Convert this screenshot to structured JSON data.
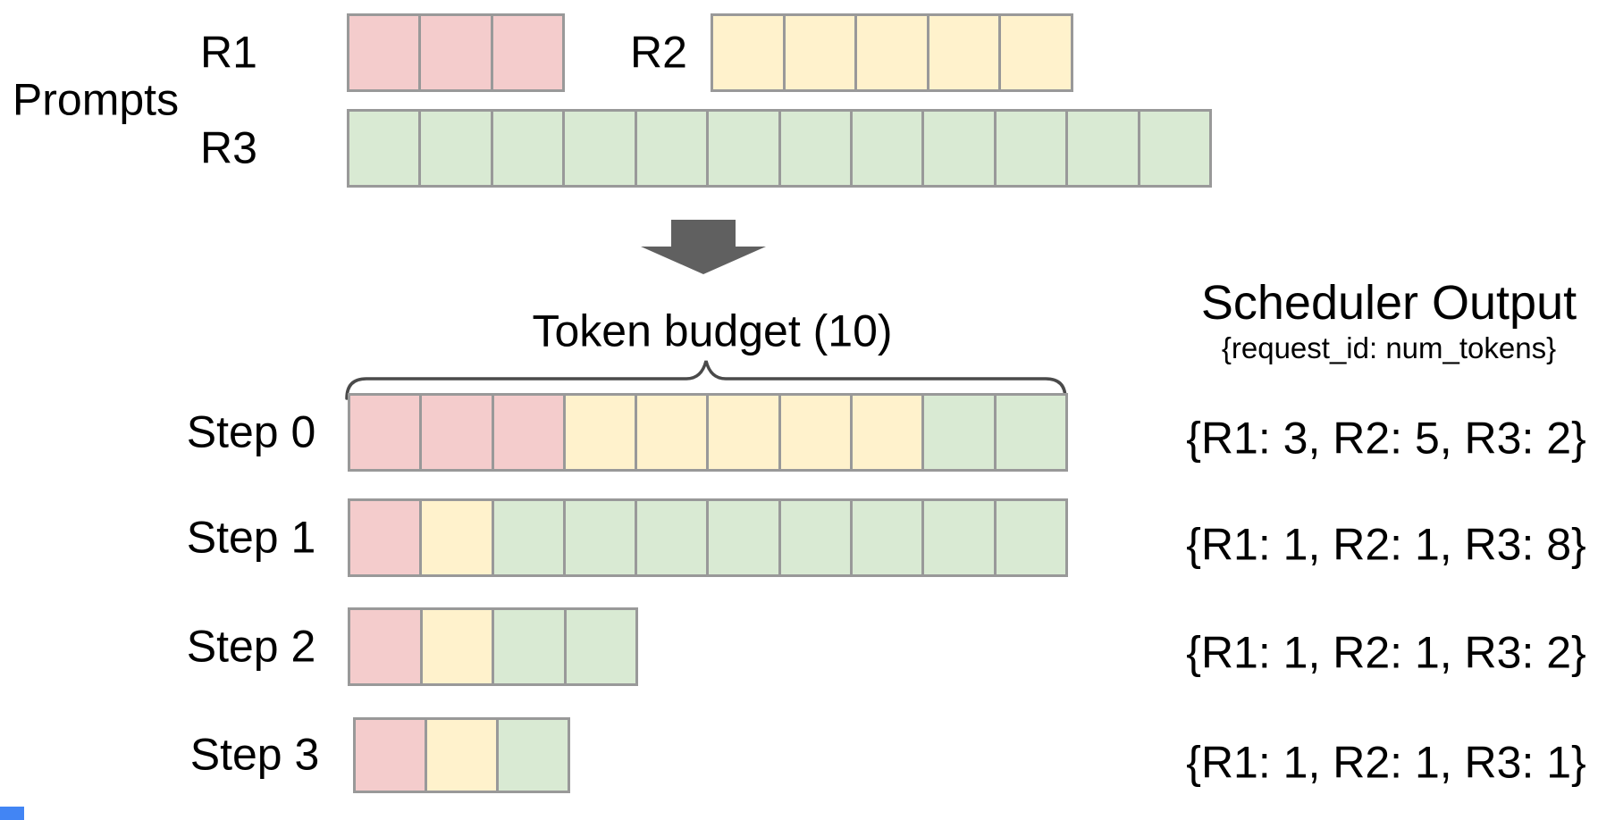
{
  "colors": {
    "r1": "#f4cccc",
    "r2": "#fff2cc",
    "r3": "#d9ead3",
    "cell_border": "#999999",
    "arrow": "#606060",
    "brace": "#4a4a4a",
    "text": "#000000",
    "artifact_blue": "#4285f4"
  },
  "prompts": {
    "section_label": "Prompts",
    "requests": [
      {
        "id": "R1",
        "label": "R1",
        "num_tokens": 3,
        "color_key": "r1"
      },
      {
        "id": "R2",
        "label": "R2",
        "num_tokens": 5,
        "color_key": "r2"
      },
      {
        "id": "R3",
        "label": "R3",
        "num_tokens": 12,
        "color_key": "r3"
      }
    ]
  },
  "flow": {
    "arrow_icon": "down-block-arrow"
  },
  "token_budget": {
    "label": "Token budget (10)",
    "budget": 10
  },
  "scheduler": {
    "title": "Scheduler Output",
    "subtitle": "{request_id: num_tokens}",
    "steps": [
      {
        "label": "Step 0",
        "allocation": {
          "R1": 3,
          "R2": 5,
          "R3": 2
        },
        "output_text": "{R1: 3, R2: 5, R3: 2}"
      },
      {
        "label": "Step 1",
        "allocation": {
          "R1": 1,
          "R2": 1,
          "R3": 8
        },
        "output_text": "{R1: 1, R2: 1, R3: 8}"
      },
      {
        "label": "Step 2",
        "allocation": {
          "R1": 1,
          "R2": 1,
          "R3": 2
        },
        "output_text": "{R1: 1, R2: 1, R3: 2}"
      },
      {
        "label": "Step 3",
        "allocation": {
          "R1": 1,
          "R2": 1,
          "R3": 1
        },
        "output_text": "{R1: 1, R2: 1, R3: 1}"
      }
    ]
  }
}
